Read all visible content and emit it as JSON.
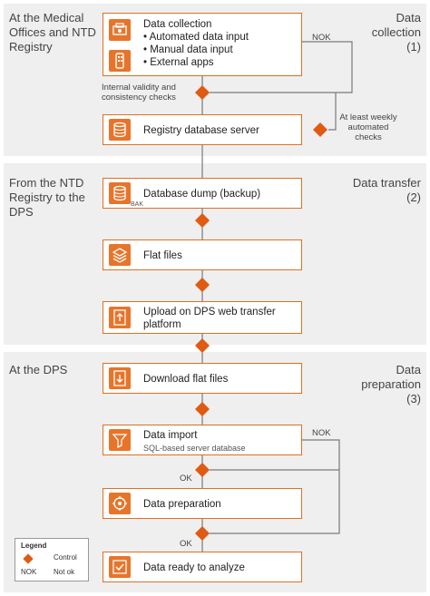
{
  "sections": [
    {
      "left": "At the Medical Offices and NTD Registry",
      "right_title": "Data collection",
      "right_num": "(1)"
    },
    {
      "left": "From the NTD Registry to the DPS",
      "right_title": "Data transfer",
      "right_num": "(2)"
    },
    {
      "left": "At the DPS",
      "right_title": "Data preparation",
      "right_num": "(3)"
    }
  ],
  "boxes": {
    "data_collection": {
      "title": "Data collection",
      "items": [
        "• Automated data input",
        "• Manual data input",
        "• External apps"
      ]
    },
    "registry_server": {
      "title": "Registry database server"
    },
    "database_dump": {
      "title": "Database dump (backup)",
      "badge": "BAK"
    },
    "flat_files": {
      "title": "Flat files"
    },
    "upload": {
      "title": "Upload on DPS web transfer platform"
    },
    "download": {
      "title": "Download flat files"
    },
    "data_import": {
      "title": "Data import",
      "subtitle": "SQL-based server database"
    },
    "data_preparation": {
      "title": "Data preparation"
    },
    "data_ready": {
      "title": "Data ready to analyze"
    }
  },
  "labels": {
    "validity": "Internal validity and consistency checks",
    "weekly": "At least weekly automated checks",
    "nok_top": "NOK",
    "nok_bottom": "NOK",
    "ok1": "OK",
    "ok2": "OK"
  },
  "legend": {
    "title": "Legend",
    "control": "Control",
    "nok": "NOK",
    "nok_desc": "Not ok"
  },
  "colors": {
    "accent": "#e8742a",
    "diamond": "#e05a12",
    "band": "#efefef",
    "line": "#7a7a7a"
  }
}
